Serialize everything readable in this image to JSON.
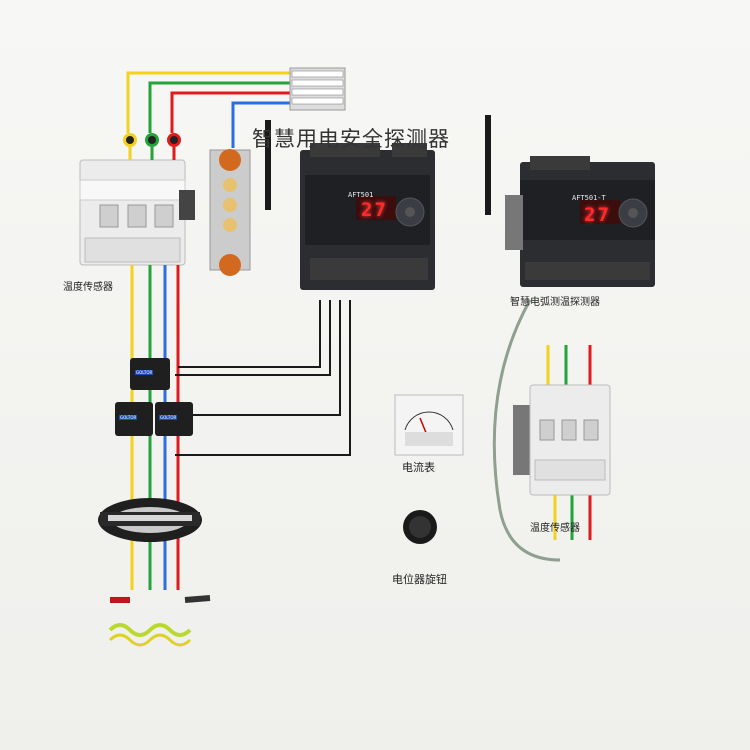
{
  "board": {
    "title": "智慧用电安全探测器",
    "temp_sensor_left_label": "温度传感器",
    "current_meter_label": "电流表",
    "potentiometer_label": "电位器旋钮",
    "arc_detector_label": "智慧电弧测温探测器",
    "temp_sensor_right_label": "温度传感器"
  },
  "devices": {
    "main_detector": {
      "model": "AFT501",
      "display": "27"
    },
    "temp_detector": {
      "model": "AFT501-T",
      "display": "27"
    }
  },
  "ct_tag": "GOLTOR",
  "colors": {
    "wire_yellow": "#f2d21b",
    "wire_green": "#23a33a",
    "wire_red": "#e01b1b",
    "wire_blue": "#2a6fe0",
    "wire_black": "#1a1a1a",
    "device_body": "#2b2d31",
    "breaker_body": "#ececec"
  }
}
